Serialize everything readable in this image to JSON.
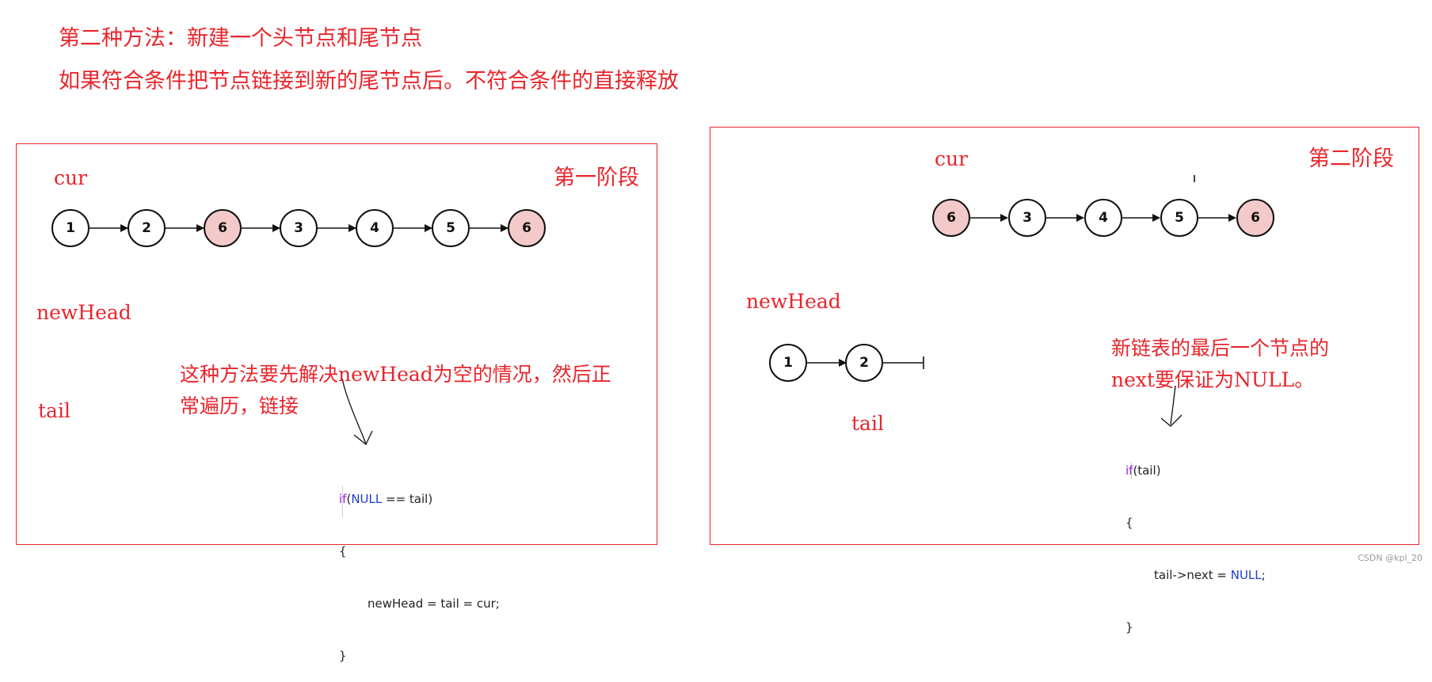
{
  "heading": {
    "line1": "第二种方法：新建一个头节点和尾节点",
    "line2": "如果符合条件把节点链接到新的尾节点后。不符合条件的直接释放"
  },
  "stage1": {
    "title": "第一阶段",
    "cur_label": "cur",
    "newhead_label": "newHead",
    "tail_label": "tail",
    "nodes": [
      {
        "label": "1",
        "highlight": false
      },
      {
        "label": "2",
        "highlight": false
      },
      {
        "label": "6",
        "highlight": true
      },
      {
        "label": "3",
        "highlight": false
      },
      {
        "label": "4",
        "highlight": false
      },
      {
        "label": "5",
        "highlight": false
      },
      {
        "label": "6",
        "highlight": true
      }
    ],
    "note_line1": "这种方法要先解决newHead为空的情况，然后正",
    "note_line2": "常遍历，链接",
    "code": {
      "l1_kw": "if",
      "l1_open": "(",
      "l1_null": "NULL",
      "l1_rest": " == tail)",
      "l2": "{",
      "l3": "newHead = tail = cur;",
      "l4": "}"
    }
  },
  "stage2": {
    "title": "第二阶段",
    "cur_label": "cur",
    "newhead_label": "newHead",
    "tail_label": "tail",
    "list_nodes": [
      {
        "label": "6",
        "highlight": true
      },
      {
        "label": "3",
        "highlight": false
      },
      {
        "label": "4",
        "highlight": false
      },
      {
        "label": "5",
        "highlight": false
      },
      {
        "label": "6",
        "highlight": true
      }
    ],
    "new_nodes": [
      {
        "label": "1",
        "highlight": false
      },
      {
        "label": "2",
        "highlight": false
      }
    ],
    "note_line1": "新链表的最后一个节点的",
    "note_line2": "next要保证为NULL。",
    "code": {
      "l1_kw": "if",
      "l1_rest": "(tail)",
      "l2": "{",
      "l3_var": "tail->next = ",
      "l3_null": "NULL",
      "l3_end": ";",
      "l4": "}"
    }
  },
  "watermark": "CSDN @kpl_20",
  "colors": {
    "accent": "#e8262c",
    "highlight_node": "#f4c9c9",
    "keyword": "#9b1fd1",
    "literal": "#1f3ccf"
  }
}
